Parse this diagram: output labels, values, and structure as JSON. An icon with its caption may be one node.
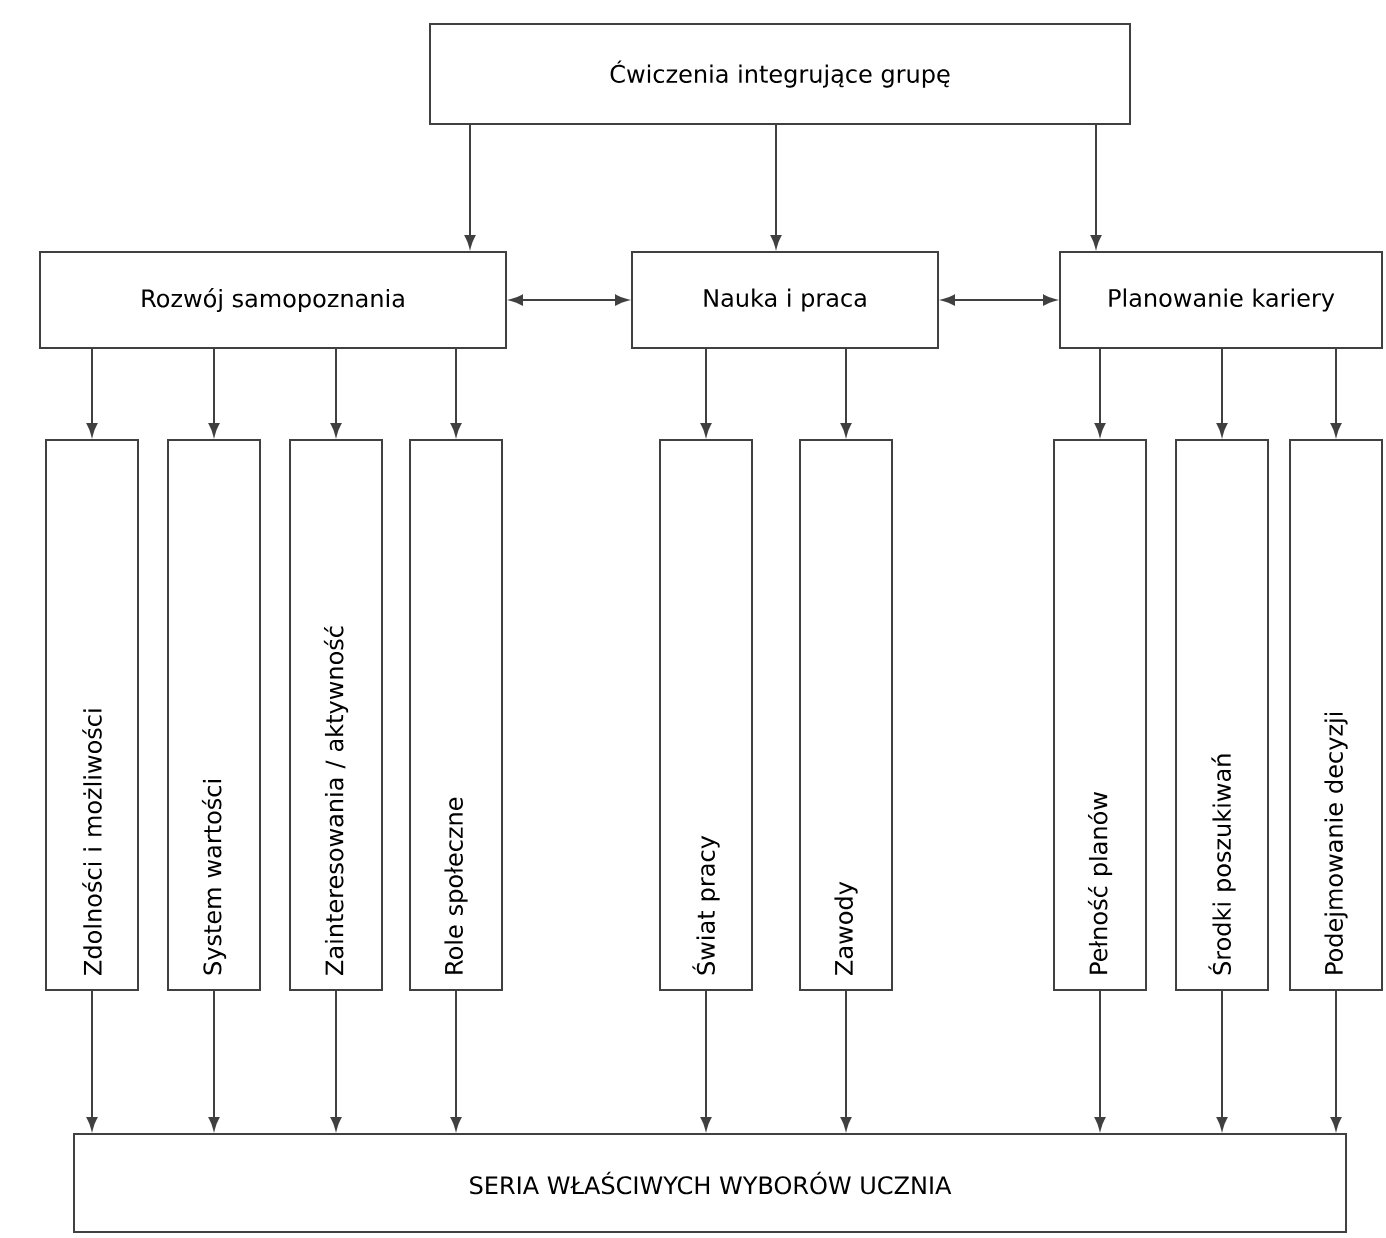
{
  "diagram": {
    "nodes": [
      {
        "text": [
          "Ćwiczenia integrujące grupę"
        ]
      },
      {
        "text": [
          "Rozwój samopoznania"
        ]
      },
      {
        "text": [
          "Nauka i praca"
        ]
      },
      {
        "text": [
          "Planowanie kariery"
        ]
      },
      {
        "text": [
          "Zdolności i możliwości"
        ]
      },
      {
        "text": [
          "System wartości"
        ]
      },
      {
        "text": [
          "Zainteresowania / aktywność"
        ]
      },
      {
        "text": [
          "Role społeczne"
        ]
      },
      {
        "text": [
          "Świat pracy"
        ]
      },
      {
        "text": [
          "Zawody"
        ]
      },
      {
        "text": [
          "Pełność planów"
        ]
      },
      {
        "text": [
          "Środki poszukiwań"
        ]
      },
      {
        "text": [
          "Podejmowanie decyzji"
        ]
      },
      {
        "text": [
          "SERIA WŁAŚCIWYCH WYBORÓW UCZNIA"
        ]
      }
    ],
    "edges": [
      {
        "from": 0,
        "to": 1,
        "arrow": "to"
      },
      {
        "from": 0,
        "to": 2,
        "arrow": "to"
      },
      {
        "from": 0,
        "to": 3,
        "arrow": "to"
      },
      {
        "from": 1,
        "to": 2,
        "arrow": "both"
      },
      {
        "from": 2,
        "to": 3,
        "arrow": "both"
      },
      {
        "from": 1,
        "to": 4,
        "arrow": "to"
      },
      {
        "from": 1,
        "to": 5,
        "arrow": "to"
      },
      {
        "from": 1,
        "to": 6,
        "arrow": "to"
      },
      {
        "from": 1,
        "to": 7,
        "arrow": "to"
      },
      {
        "from": 2,
        "to": 8,
        "arrow": "to"
      },
      {
        "from": 2,
        "to": 9,
        "arrow": "to"
      },
      {
        "from": 3,
        "to": 10,
        "arrow": "to"
      },
      {
        "from": 3,
        "to": 11,
        "arrow": "to"
      },
      {
        "from": 3,
        "to": 12,
        "arrow": "to"
      },
      {
        "from": 4,
        "to": 13,
        "arrow": "to"
      },
      {
        "from": 5,
        "to": 13,
        "arrow": "to"
      },
      {
        "from": 6,
        "to": 13,
        "arrow": "to"
      },
      {
        "from": 7,
        "to": 13,
        "arrow": "to"
      },
      {
        "from": 8,
        "to": 13,
        "arrow": "to"
      },
      {
        "from": 9,
        "to": 13,
        "arrow": "to"
      },
      {
        "from": 10,
        "to": 13,
        "arrow": "to"
      },
      {
        "from": 11,
        "to": 13,
        "arrow": "to"
      },
      {
        "from": 12,
        "to": 13,
        "arrow": "to"
      }
    ]
  }
}
